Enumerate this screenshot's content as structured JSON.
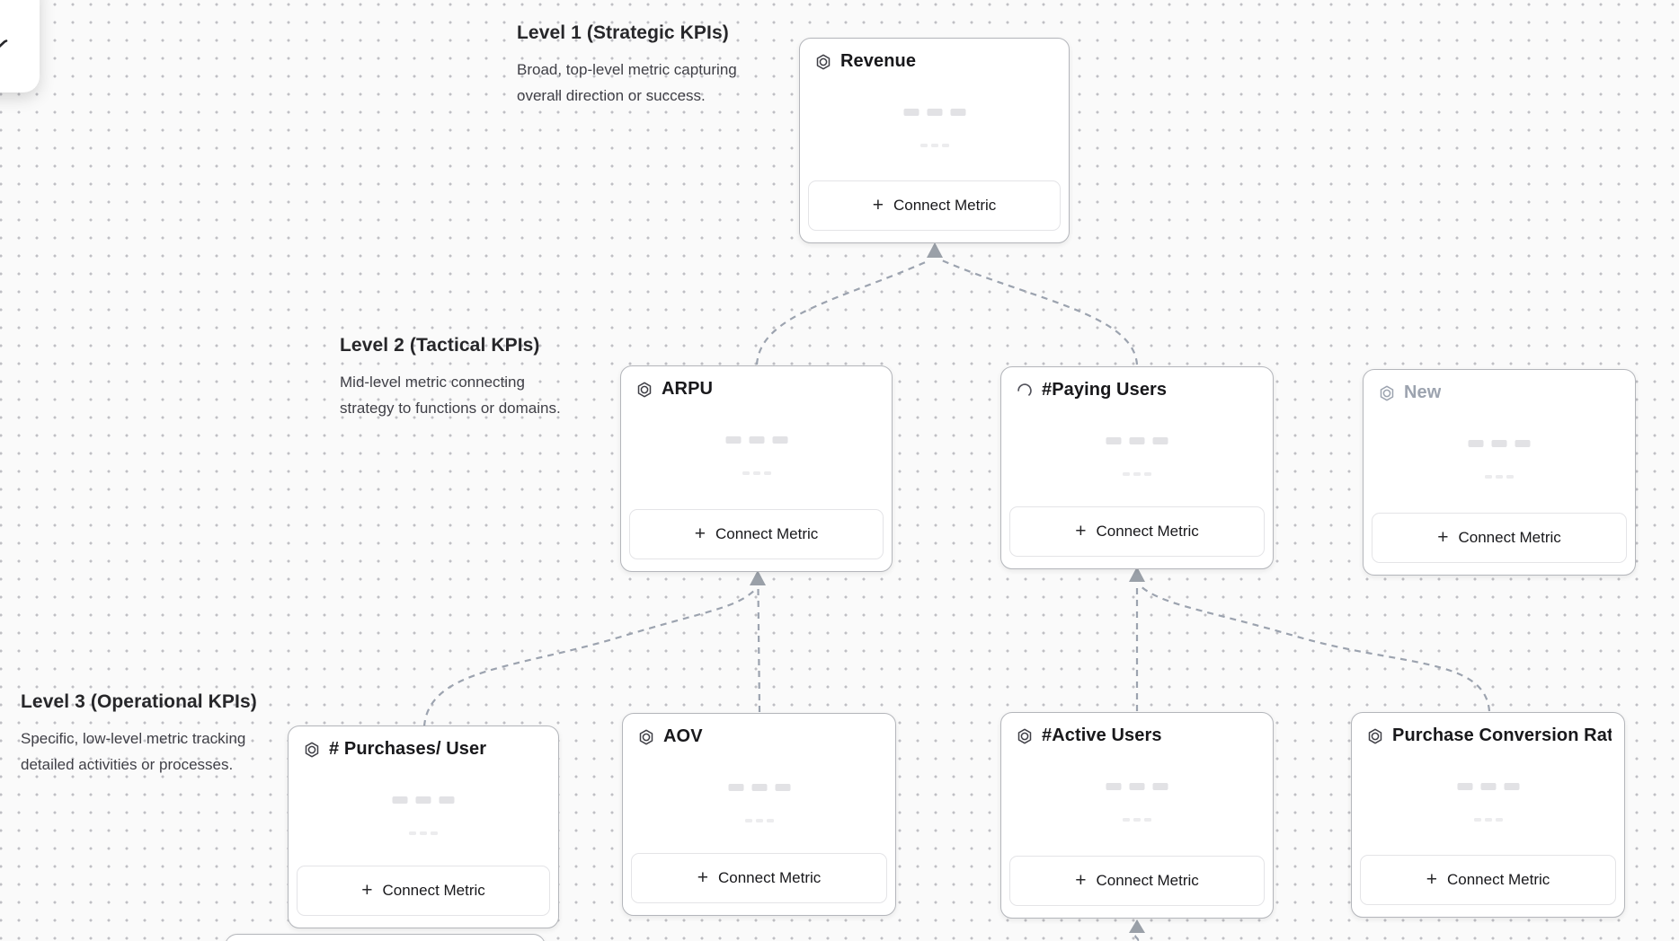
{
  "canvas": {
    "background_color": "#fafafa",
    "dot_color": "#bfbfc4",
    "connector_color": "#9ca3af"
  },
  "glyphs": {
    "plus": "+"
  },
  "connect_metric_label": "Connect Metric",
  "levels": [
    {
      "title": "Level 1 (Strategic KPIs)",
      "description_lines": [
        "Broad, top-level metric capturing",
        "overall direction or success."
      ]
    },
    {
      "title": "Level 2 (Tactical KPIs)",
      "description_lines": [
        "Mid-level metric connecting",
        "strategy to functions or domains."
      ]
    },
    {
      "title": "Level 3 (Operational KPIs)",
      "description_lines": [
        "Specific, low-level metric tracking",
        "detailed activities or processes."
      ]
    }
  ],
  "nodes": [
    {
      "title": "Revenue",
      "icon": "metric-hexagon",
      "state": "default",
      "level": 1
    },
    {
      "title": "ARPU",
      "icon": "metric-hexagon",
      "state": "default",
      "level": 2
    },
    {
      "title": "#Paying Users",
      "icon": "loading-spinner",
      "state": "loading",
      "level": 2
    },
    {
      "title": "New",
      "icon": "metric-hexagon",
      "state": "draft",
      "level": 2
    },
    {
      "title": "# Purchases/ User",
      "icon": "metric-hexagon",
      "state": "default",
      "level": 3
    },
    {
      "title": "AOV",
      "icon": "metric-hexagon",
      "state": "default",
      "level": 3
    },
    {
      "title": "#Active Users",
      "icon": "metric-hexagon",
      "state": "default",
      "level": 3
    },
    {
      "title": "Purchase Conversion Rate",
      "icon": "metric-hexagon",
      "state": "default",
      "level": 3
    }
  ],
  "connections": [
    {
      "from": "ARPU",
      "to": "Revenue"
    },
    {
      "from": "#Paying Users",
      "to": "Revenue"
    },
    {
      "from": "# Purchases/ User",
      "to": "ARPU"
    },
    {
      "from": "AOV",
      "to": "ARPU"
    },
    {
      "from": "#Active Users",
      "to": "#Paying Users"
    },
    {
      "from": "Purchase Conversion Rate",
      "to": "#Paying Users"
    }
  ]
}
